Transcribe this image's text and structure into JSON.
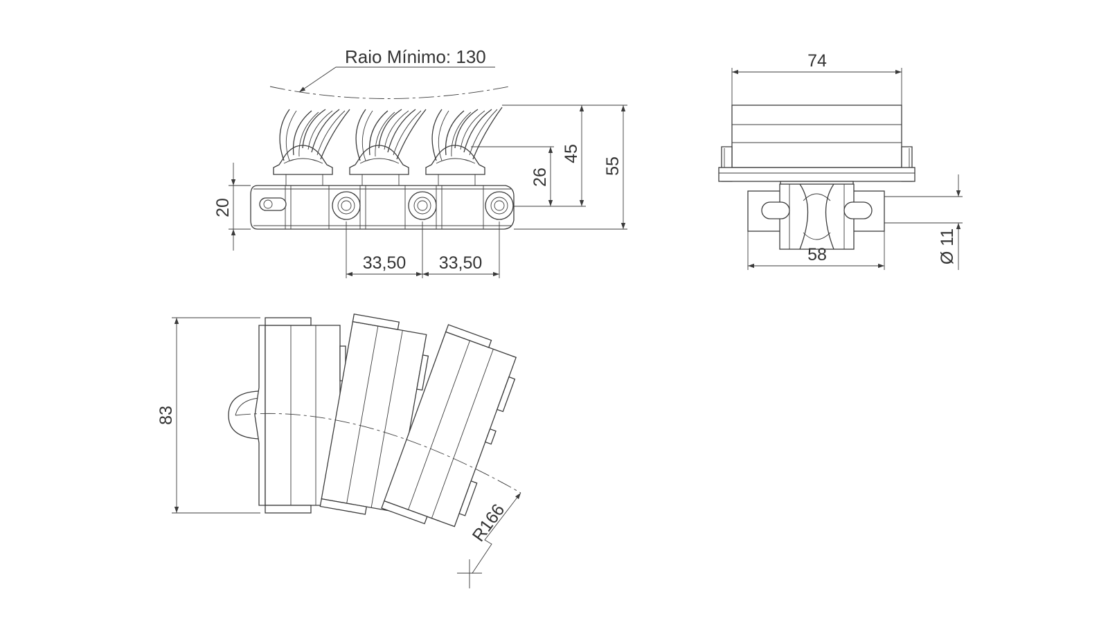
{
  "diagram": {
    "annotation_min_radius": "Raio Mínimo: 130",
    "dimensions": {
      "side_height_total": "55",
      "side_height_finger": "45",
      "side_height_top_plate": "26",
      "side_height_base": "20",
      "pitch_1": "33,50",
      "pitch_2": "33,50",
      "front_width_top": "74",
      "front_width_bottom": "58",
      "front_pin_diameter": "Ø 11",
      "top_width": "83",
      "top_radius": "R166"
    },
    "colors": {
      "line": "#3a3a3a",
      "text": "#333333",
      "background": "#ffffff"
    }
  }
}
